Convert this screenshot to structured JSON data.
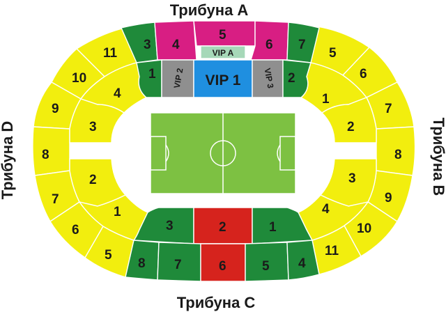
{
  "stands": {
    "a": "Трибуна A",
    "b": "Трибуна B",
    "c": "Трибуна C",
    "d": "Трибуна D"
  },
  "colors": {
    "yellow": "#f2ee0e",
    "green": "#1f8a3a",
    "magenta": "#d81e83",
    "red": "#d6231d",
    "blue": "#1f8fe0",
    "grey": "#8f8f8f",
    "vip_a": "#a6d8b8",
    "field": "#7dc142"
  },
  "sections": {
    "a_top": [
      "3",
      "4",
      "5",
      "6",
      "7"
    ],
    "a_vip": {
      "vip_a": "VIP A",
      "vip1": "VIP 1",
      "vip2": "VIP 2",
      "vip3": "VIP 3"
    },
    "a_inner": [
      "1",
      "2"
    ],
    "d_outer": [
      "11",
      "10",
      "9",
      "8",
      "7",
      "6",
      "5"
    ],
    "d_inner": [
      "4",
      "3",
      "2",
      "1"
    ],
    "b_outer": [
      "5",
      "6",
      "7",
      "8",
      "9",
      "10",
      "11"
    ],
    "b_inner": [
      "1",
      "2",
      "3",
      "4"
    ],
    "c_inner": [
      "3",
      "2",
      "1"
    ],
    "c_outer": [
      "8",
      "7",
      "6",
      "5",
      "4"
    ]
  }
}
